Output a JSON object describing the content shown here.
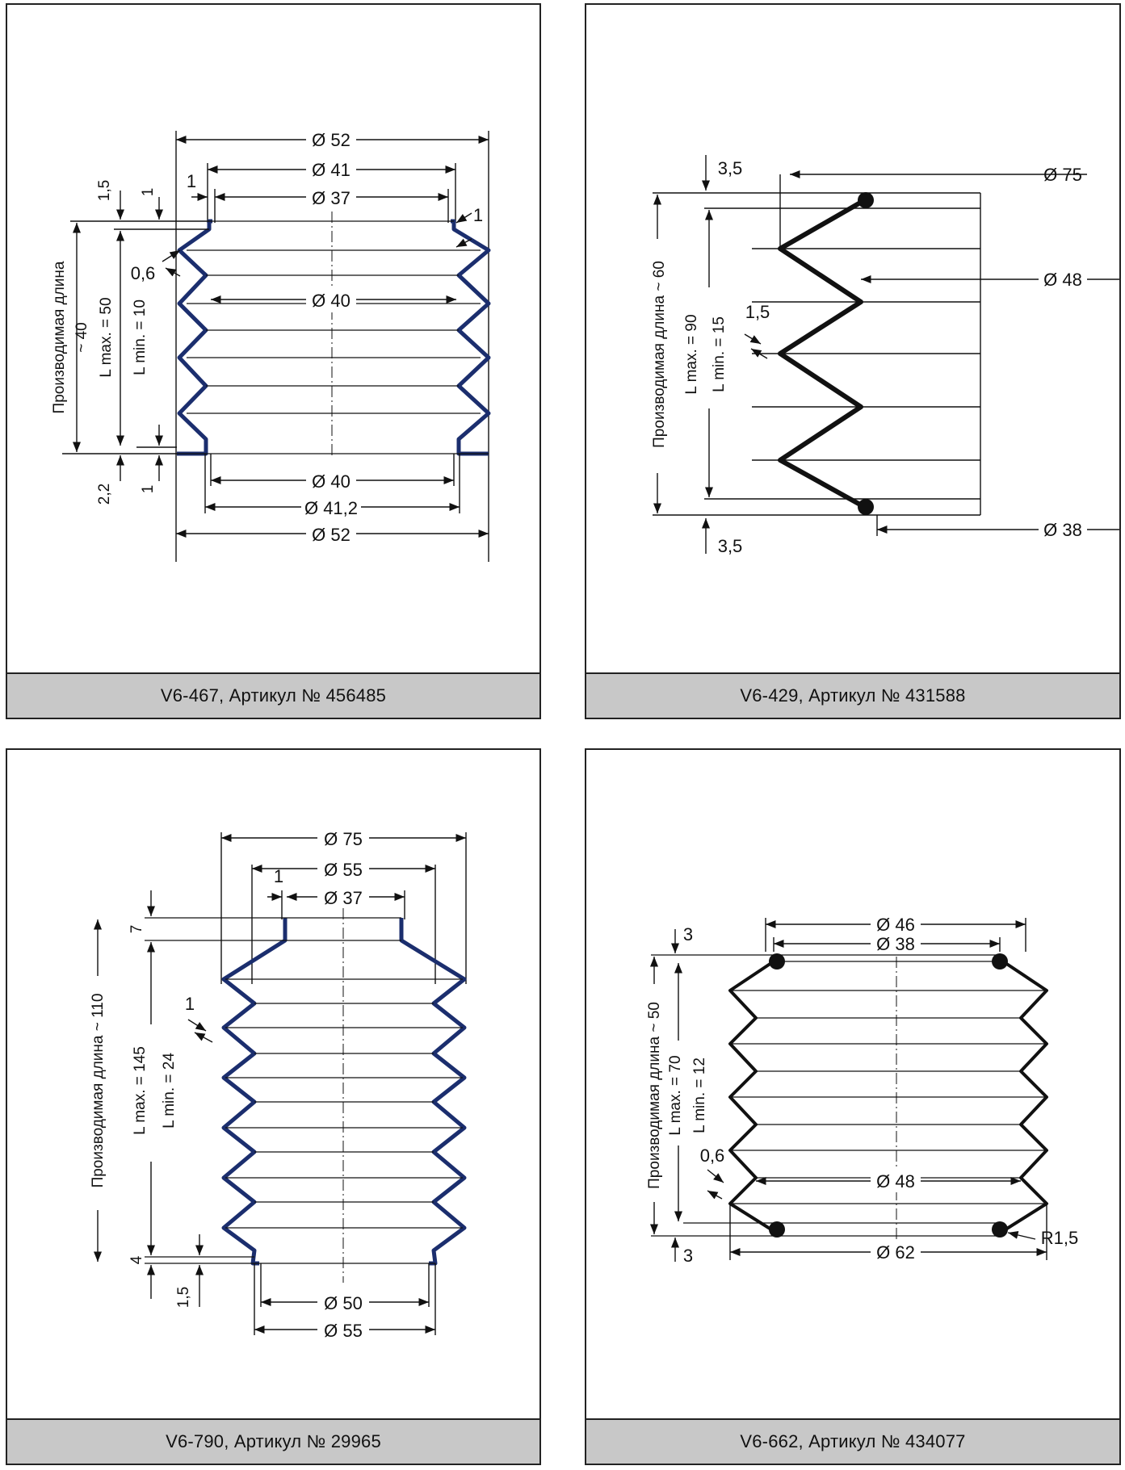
{
  "panels": [
    {
      "caption": "V6-467, Артикул № 456485",
      "dims": {
        "d_top_outer": "Ø 52",
        "d_top_mid": "Ø 41",
        "d_top_inner": "Ø 37",
        "d_inner": "Ø 40",
        "d_bot_inner": "Ø 40",
        "d_bot_mid": "Ø 41,2",
        "d_bot_outer": "Ø 52",
        "t1": "1,5",
        "t2": "1",
        "t3": "1",
        "t4": "1",
        "wall": "0,6",
        "b1": "2,2",
        "b2": "1",
        "prod_len": "Производимая длина",
        "prod_val": "~ 40",
        "lmax": "L max. = 50",
        "lmin": "L min. = 10"
      }
    },
    {
      "caption": "V6-429, Артикул № 431588",
      "dims": {
        "d75": "Ø 75",
        "d48": "Ø 48",
        "d38": "Ø 38",
        "wall": "1,5",
        "top": "3,5",
        "bot": "3,5",
        "prod": "Производимая длина ~ 60",
        "lmax": "L max. = 90",
        "lmin": "L min. = 15"
      }
    },
    {
      "caption": "V6-790, Артикул № 29965",
      "dims": {
        "d75": "Ø 75",
        "d55": "Ø 55",
        "d37": "Ø 37",
        "d50": "Ø 50",
        "d55b": "Ø 55",
        "t1": "1",
        "t7": "7",
        "wall": "1",
        "b4": "4",
        "b15": "1,5",
        "prod": "Производимая длина ~ 110",
        "lmax": "L max. = 145",
        "lmin": "L min. = 24"
      }
    },
    {
      "caption": "V6-662, Артикул № 434077",
      "dims": {
        "d46": "Ø 46",
        "d38": "Ø 38",
        "d48": "Ø 48",
        "d62": "Ø 62",
        "top": "3",
        "bot": "3",
        "wall": "0,6",
        "r": "R1,5",
        "prod": "Производимая длина ~ 50",
        "lmax": "L max. = 70",
        "lmin": "L min. = 12"
      }
    }
  ]
}
